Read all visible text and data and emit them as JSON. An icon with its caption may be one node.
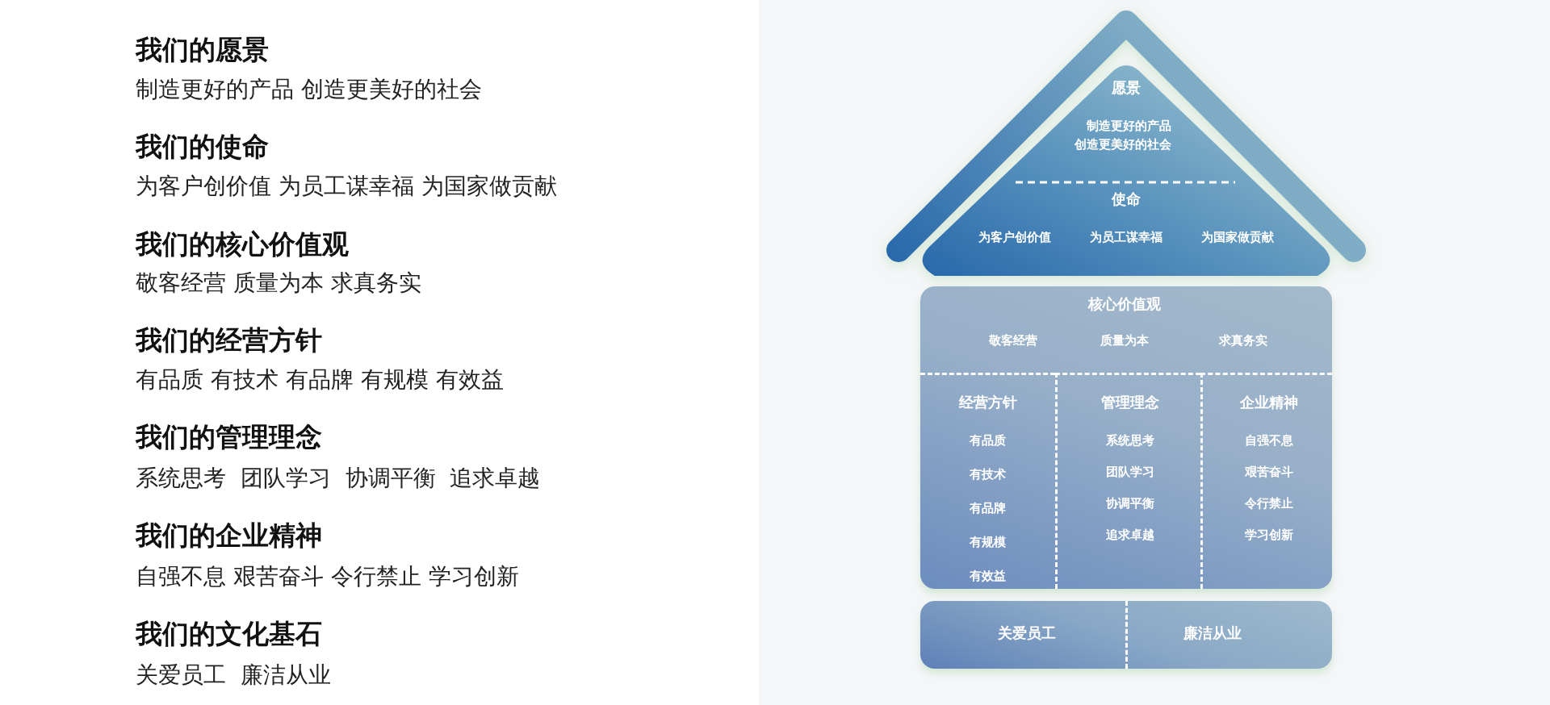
{
  "diagram": {
    "nodes": [
      {
        "text": [
          "愿景",
          "制造更好的产品创造更美好的社会",
          "使命",
          "为客户创价值",
          "为员工谋幸福",
          "为国家做贡献"
        ]
      },
      {
        "text": [
          "核心价值观",
          "敬客经营",
          "质量为本",
          "求真务实"
        ]
      },
      {
        "text": [
          "经营方针",
          "有品质",
          "有技术",
          "有品牌",
          "有规模",
          "有效益"
        ],
        "in": 1
      },
      {
        "text": [
          "管理理念",
          "系统思考",
          "团队学习",
          "协调平衡",
          "追求卓越"
        ],
        "in": 1
      },
      {
        "text": [
          "企业精神",
          "自强不息",
          "艰苦奋斗",
          "令行禁止",
          "学习创新"
        ],
        "in": 1
      },
      {
        "text": [
          "关爱员工",
          "廉洁从业"
        ]
      }
    ],
    "labels": [
      "我们的愿景",
      "制造更好的产品 创造更美好的社会",
      "我们的使命",
      "为客户创价值 为员工谋幸福 为国家做贡献",
      "我们的核心价值观",
      "敬客经营 质量为本 求真务实",
      "我们的经营方针",
      "有品质 有技术 有品牌 有规模 有效益",
      "我们的管理理念",
      "系统思考  团队学习  协调平衡  追求卓越",
      "我们的企业精神",
      "自强不息 艰苦奋斗 令行禁止 学习创新",
      "我们的文化基石",
      "关爱员工  廉洁从业"
    ]
  }
}
